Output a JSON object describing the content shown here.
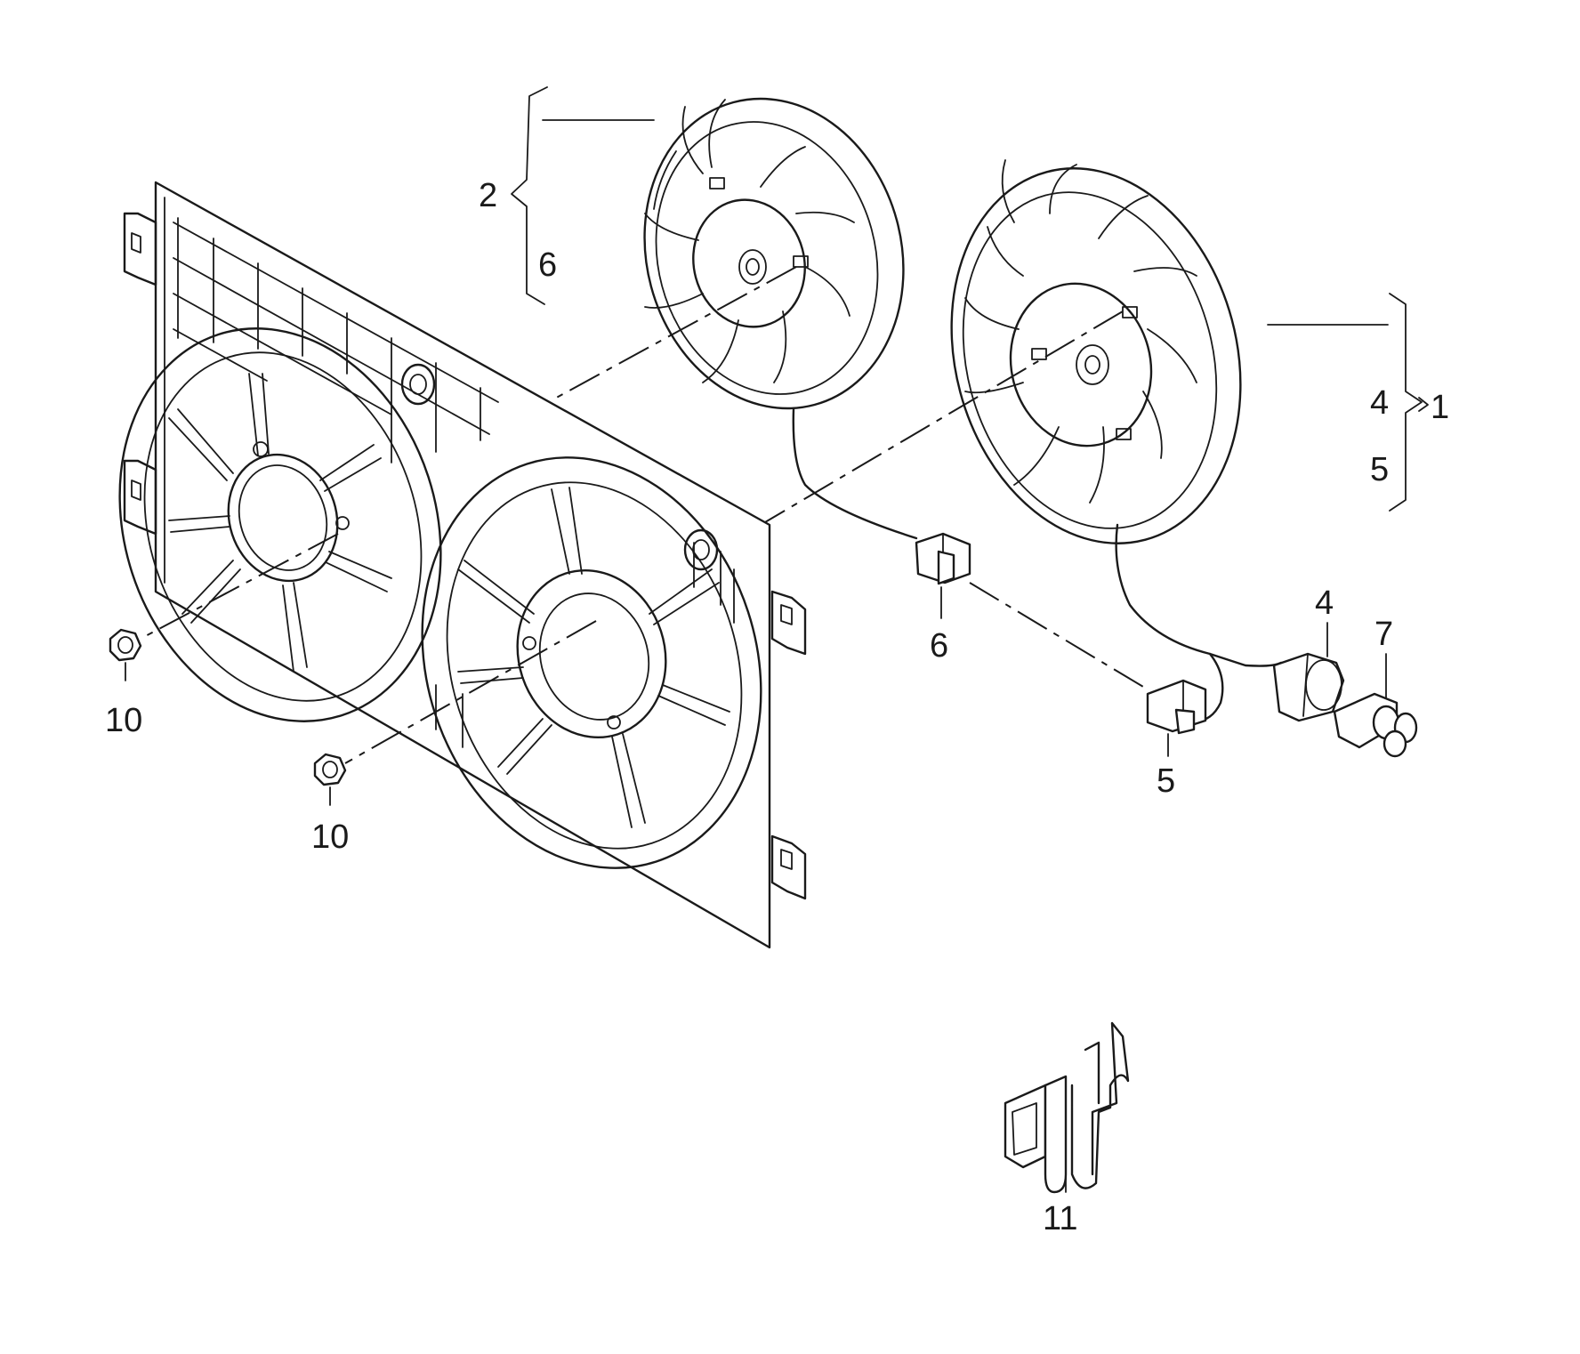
{
  "callouts": [
    {
      "id": "c1",
      "text": "1"
    },
    {
      "id": "c2",
      "text": "2"
    },
    {
      "id": "c4a",
      "text": "4"
    },
    {
      "id": "c4b",
      "text": "4"
    },
    {
      "id": "c5a",
      "text": "5"
    },
    {
      "id": "c5b",
      "text": "5"
    },
    {
      "id": "c6a",
      "text": "6"
    },
    {
      "id": "c6b",
      "text": "6"
    },
    {
      "id": "c7",
      "text": "7"
    },
    {
      "id": "c10a",
      "text": "10"
    },
    {
      "id": "c10b",
      "text": "10"
    },
    {
      "id": "c11",
      "text": "11"
    }
  ]
}
